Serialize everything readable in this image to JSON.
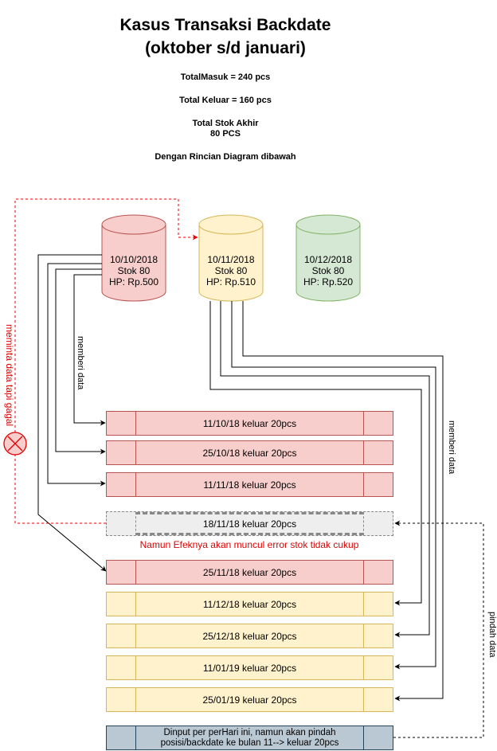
{
  "header": {
    "title_line1": "Kasus Transaksi Backdate",
    "title_line2": "(oktober s/d januari)",
    "total_masuk": "TotalMasuk = 240 pcs",
    "total_keluar": "Total Keluar = 160 pcs",
    "total_stok_line1": "Total Stok Akhir",
    "total_stok_line2": "80 PCS",
    "rincian": "Dengan Rincian Diagram dibawah"
  },
  "cylinders": [
    {
      "date": "10/10/2018",
      "stok": "Stok 80",
      "hp": "HP: Rp.500",
      "fill": "#f8cecc",
      "stroke": "#b85450"
    },
    {
      "date": "10/11/2018",
      "stok": "Stok 80",
      "hp": "HP: Rp.510",
      "fill": "#fff2cc",
      "stroke": "#d6b656"
    },
    {
      "date": "10/12/2018",
      "stok": "Stok 80",
      "hp": "HP: Rp.520",
      "fill": "#d5e8d4",
      "stroke": "#82b366"
    }
  ],
  "transactions": [
    {
      "label": "11/10/18 keluar 20pcs"
    },
    {
      "label": "25/10/18 keluar 20pcs"
    },
    {
      "label": "11/11/18 keluar 20pcs"
    },
    {
      "label": "18/11/18 keluar 20pcs"
    },
    {
      "label": "25/11/18 keluar 20pcs"
    },
    {
      "label": "11/12/18 keluar 20pcs"
    },
    {
      "label": "25/12/18 keluar 20pcs"
    },
    {
      "label": "11/01/19 keluar 20pcs"
    },
    {
      "label": "25/01/19 keluar 20pcs"
    }
  ],
  "input_box": {
    "line1": "Dinput per perHari ini, namun akan pindah",
    "line2": "posisi/backdate ke bulan 11--> keluar 20pcs"
  },
  "labels": {
    "memberi_data_left": "memberi data",
    "memberi_data_right": "memberi data",
    "pindah_data": "pindah data",
    "meminta_data": "meminta data tapi gagal",
    "error_note": "Namun Efeknya akan muncul error stok tidak cukup"
  },
  "colors": {
    "red_fill": "#f8cecc",
    "red_stroke": "#b85450",
    "yellow_fill": "#fff2cc",
    "yellow_stroke": "#d6b656",
    "green_fill": "#d5e8d4",
    "green_stroke": "#82b366",
    "blue_fill": "#bac8d3",
    "blue_stroke": "#23445d",
    "error_red": "#e00000"
  }
}
